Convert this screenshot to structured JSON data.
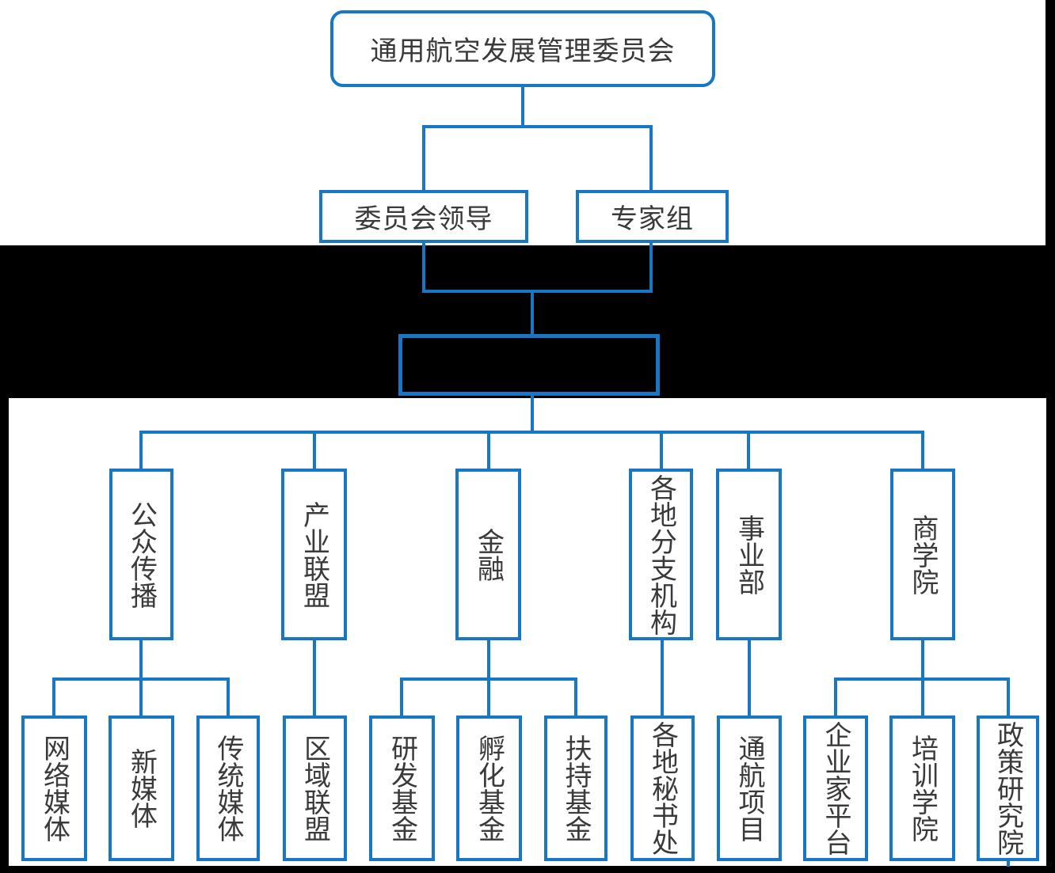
{
  "colors": {
    "line_blue": "#1777C5",
    "text_gray": "#3A3A3A",
    "panel_white": "#FFFFFF",
    "backdrop_black": "#000000"
  },
  "root": {
    "label": "通用航空发展管理委员会"
  },
  "secondary": [
    {
      "label": "委员会领导"
    },
    {
      "label": "专家组"
    }
  ],
  "redacted": {
    "label": ""
  },
  "departments": [
    {
      "label": "公众传播",
      "children": [
        {
          "label": "网络媒体"
        },
        {
          "label": "新媒体"
        },
        {
          "label": "传统媒体"
        }
      ]
    },
    {
      "label": "产业联盟",
      "children": [
        {
          "label": "区域联盟"
        }
      ]
    },
    {
      "label": "金融",
      "children": [
        {
          "label": "研发基金"
        },
        {
          "label": "孵化基金"
        },
        {
          "label": "扶持基金"
        }
      ]
    },
    {
      "label": "各地分支机构",
      "children": [
        {
          "label": "各地秘书处"
        }
      ]
    },
    {
      "label": "事业部",
      "children": [
        {
          "label": "通航项目"
        }
      ]
    },
    {
      "label": "商学院",
      "children": [
        {
          "label": "企业家平台"
        },
        {
          "label": "培训学院"
        },
        {
          "label": "政策研究院"
        }
      ]
    }
  ]
}
